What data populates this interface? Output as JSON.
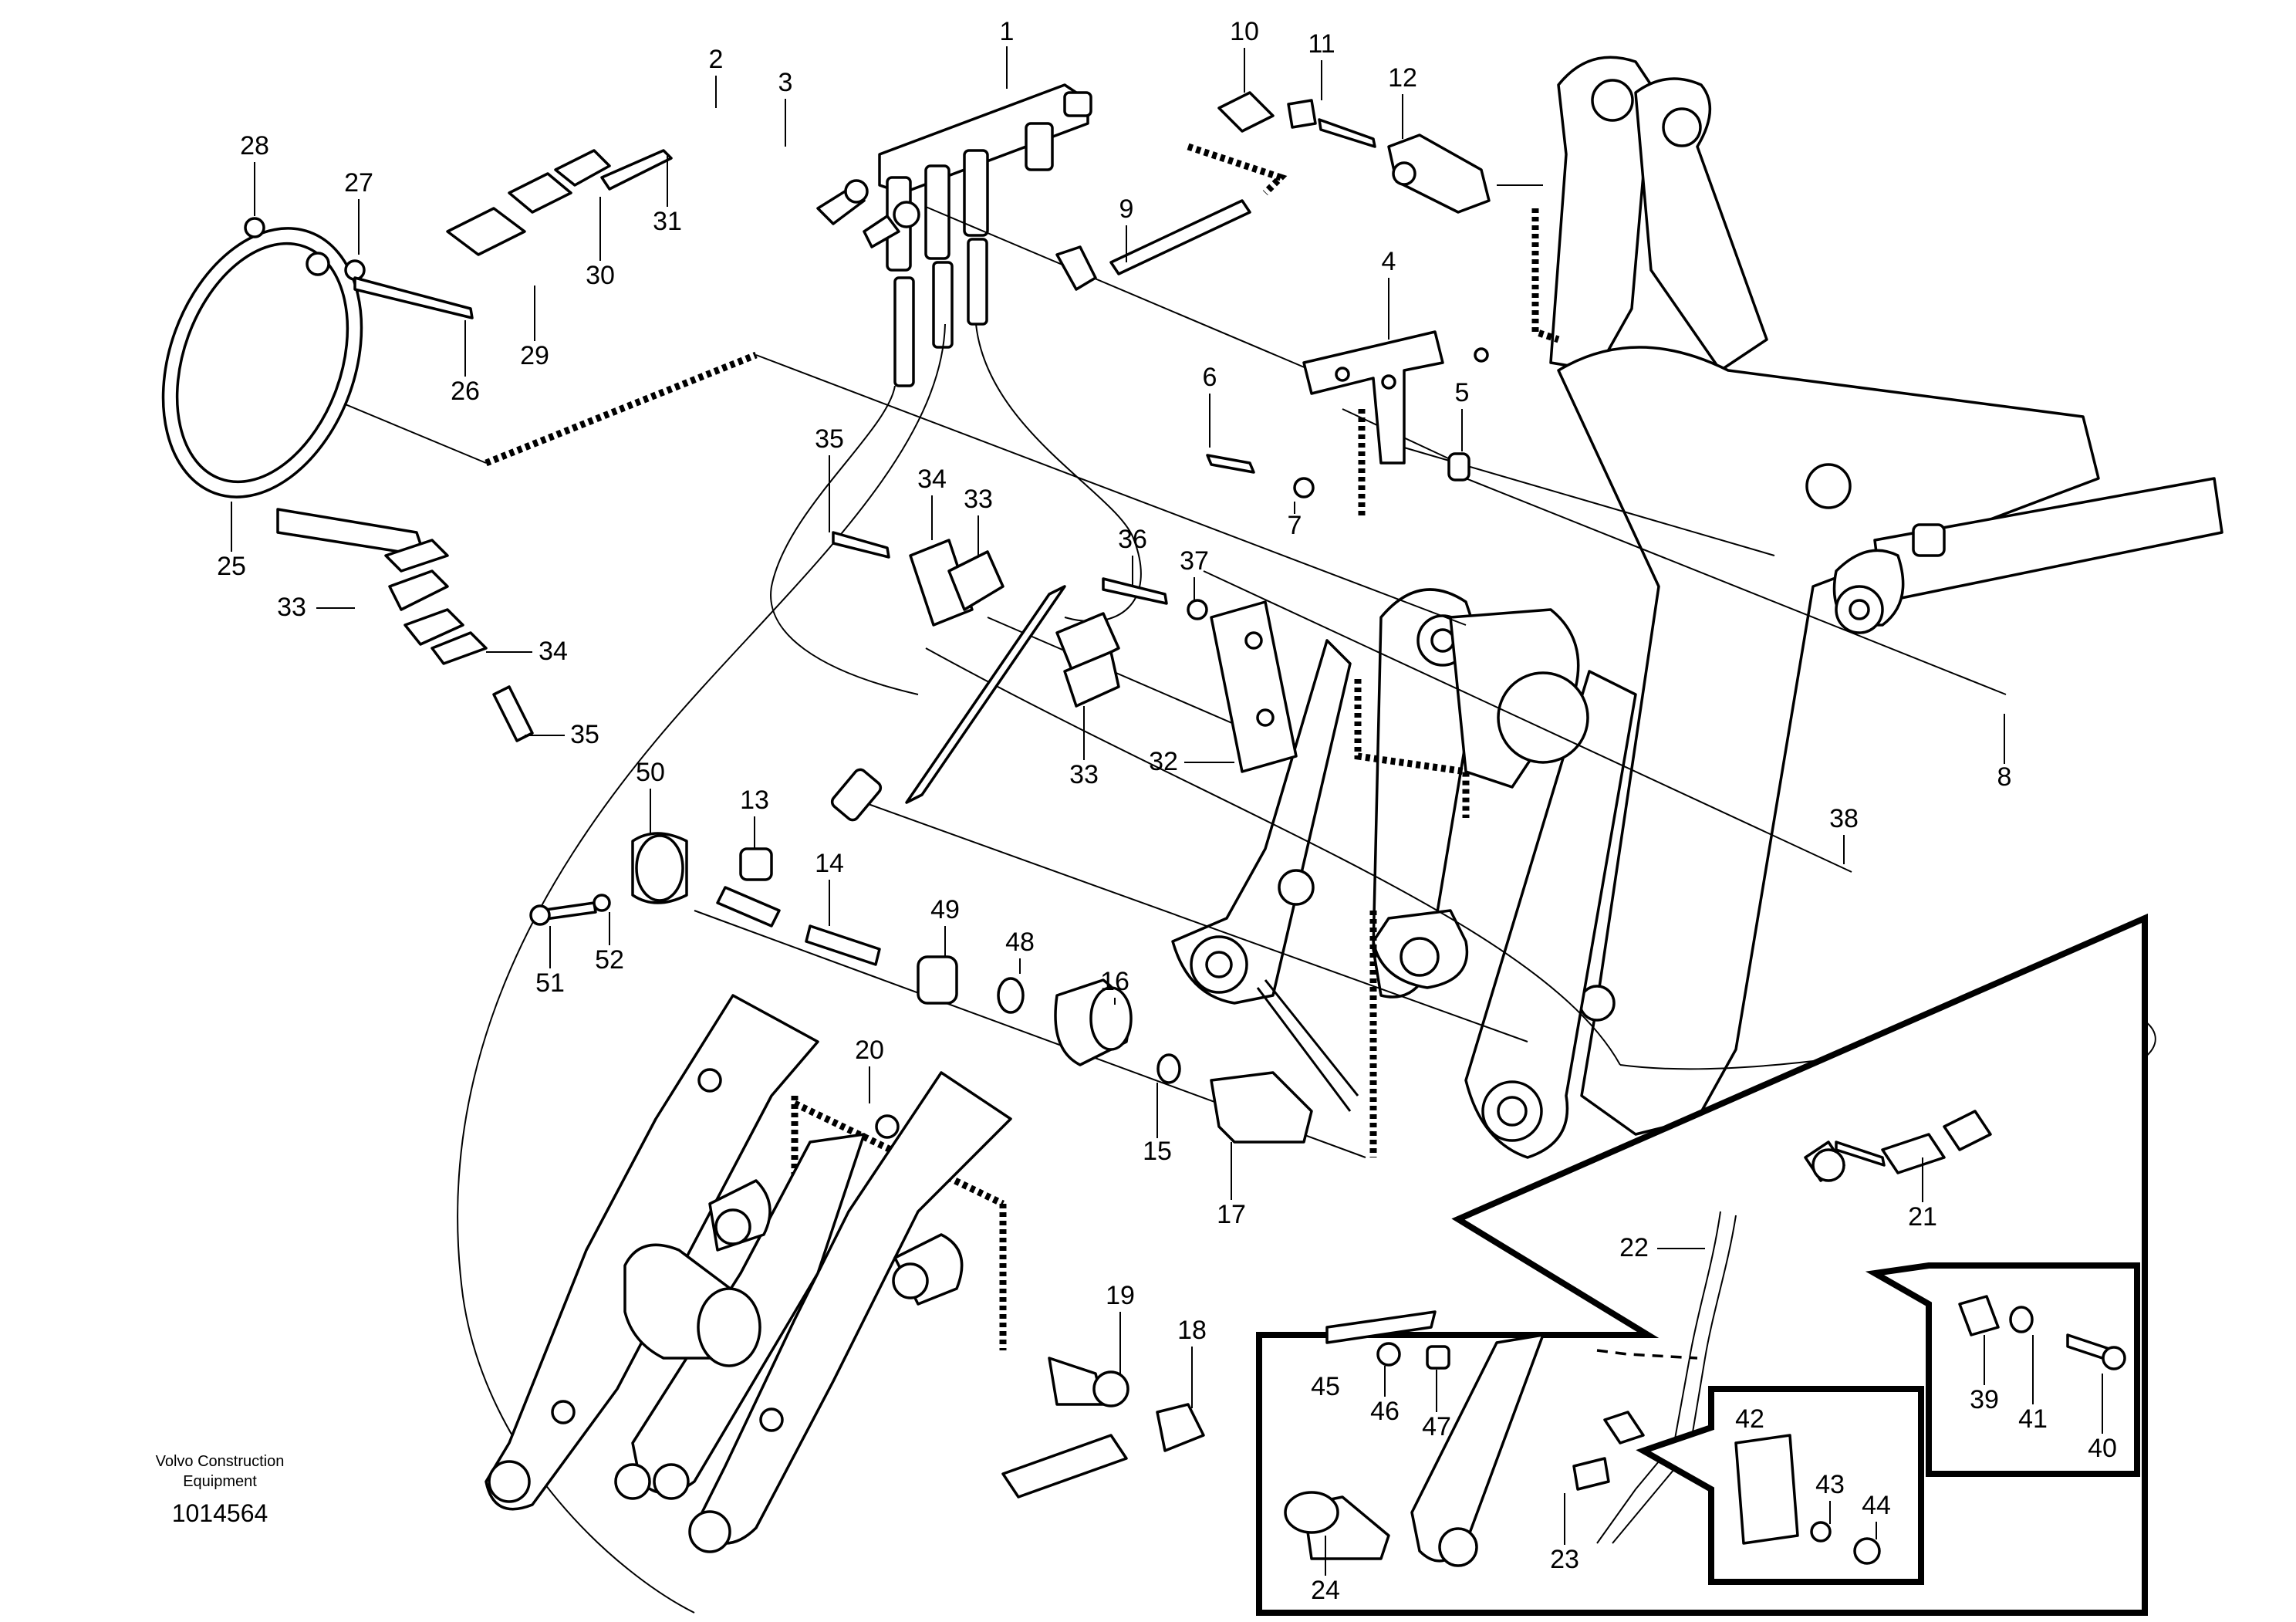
{
  "caption": {
    "brand_line1": "Volvo Construction",
    "brand_line2": "Equipment",
    "drawing_number": "1014564"
  },
  "callouts": [
    "1",
    "2",
    "3",
    "4",
    "5",
    "6",
    "7",
    "8",
    "9",
    "10",
    "11",
    "12",
    "13",
    "14",
    "15",
    "16",
    "17",
    "18",
    "19",
    "20",
    "21",
    "22",
    "23",
    "24",
    "25",
    "26",
    "27",
    "28",
    "29",
    "30",
    "31",
    "32",
    "33",
    "33",
    "33",
    "34",
    "34",
    "35",
    "35",
    "36",
    "37",
    "38",
    "39",
    "40",
    "41",
    "42",
    "43",
    "44",
    "45",
    "46",
    "47",
    "48",
    "49",
    "50",
    "51",
    "52"
  ]
}
